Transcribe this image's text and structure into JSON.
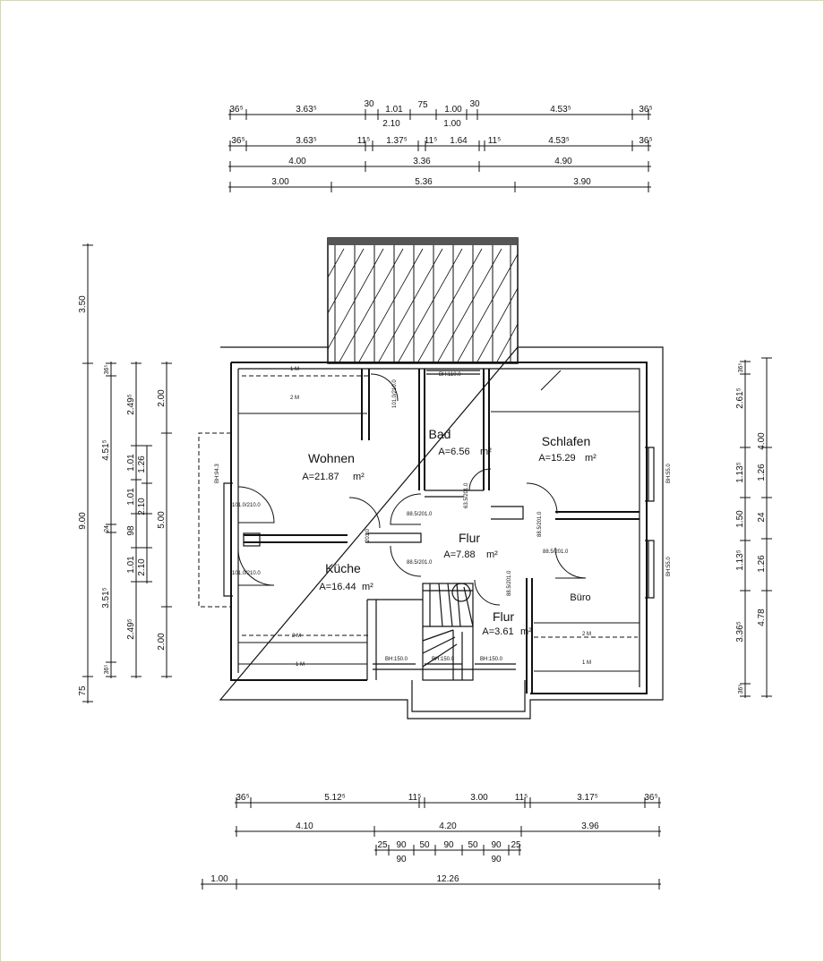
{
  "rooms": {
    "wohnen": {
      "name": "Wohnen",
      "area": "A=21.87"
    },
    "kueche": {
      "name": "Küche",
      "area": "A=16.44"
    },
    "bad": {
      "name": "Bad",
      "area": "A=6.56"
    },
    "schlafen": {
      "name": "Schlafen",
      "area": "A=15.29"
    },
    "flur": {
      "name": "Flur",
      "area": "A=7.88"
    },
    "flur2": {
      "name": "Flur",
      "area": "A=3.61"
    },
    "buero": {
      "name": "Büro"
    }
  },
  "area_unit": "m²",
  "dimension_rows": {
    "top1": [
      "36⁵",
      "3.63⁵",
      "30",
      "1.01",
      "75",
      "1.00",
      "30",
      "4.53⁵",
      "36⁵"
    ],
    "top1_sub": [
      "2.10",
      "1.00"
    ],
    "top2": [
      "36⁵",
      "3.63⁵",
      "11⁵",
      "1.37⁵",
      "11⁵",
      "1.64",
      "11⁵",
      "4.53⁵",
      "36⁵"
    ],
    "top3": [
      "4.00",
      "3.36",
      "4.90"
    ],
    "top4": [
      "3.00",
      "5.36",
      "3.90"
    ],
    "bottom1": [
      "36⁵",
      "5.12⁵",
      "11⁵",
      "3.00",
      "11⁵",
      "3.17⁵",
      "36⁵"
    ],
    "bottom2": [
      "4.10",
      "4.20",
      "3.96"
    ],
    "bottom3": [
      "25",
      "90",
      "50",
      "90",
      "50",
      "90",
      "25"
    ],
    "bottom3_sub": [
      "90",
      "90"
    ],
    "bottom4": [
      "1.00",
      "12.26"
    ],
    "left_outer": [
      "3.50",
      "9.00",
      "75"
    ],
    "left_a": [
      "36⁵",
      "4.51⁵",
      "24",
      "3.51⁵",
      "36⁵"
    ],
    "left_b": [
      "2.49⁵",
      "1.01",
      "1.01",
      "98",
      "1.01",
      "2.49⁵"
    ],
    "left_c": [
      "1.26",
      "2.10",
      "2.10"
    ],
    "left_d": [
      "2.00",
      "5.00",
      "2.00"
    ],
    "right_a": [
      "36⁵",
      "2.61⁵",
      "1.13⁵",
      "1.50",
      "1.13⁵",
      "3.36⁵",
      "36⁵"
    ],
    "right_b": [
      "4.00",
      "1.26",
      "24",
      "1.26",
      "4.78"
    ]
  },
  "openings": {
    "door_wohnen": "101.0/210.0",
    "door_kueche": "101.0/210.0",
    "window_wohnen": "BH:94.3",
    "door_top": "101.0/210.0",
    "window_bad": "BH:110.0",
    "door_bad": "63.5/201.0",
    "door_wohnen_flur": "88.5/201.0",
    "door_kueche_flur": "88.5/201.0",
    "wall_center": "201.0",
    "door_schlafen": "88.5/201.0",
    "door_buero": "88.5/201.0",
    "door_flur2": "88.5/201.0",
    "window_schlafen": "BH:55.0",
    "window_buero": "BH:55.0",
    "window_k1": "BH:150.0",
    "window_k2": "BH:150.0",
    "window_k3": "BH:150.0",
    "height_2m_1": "2 M",
    "height_1m_1": "1 M",
    "height_2m_2": "2 M",
    "height_1m_2": "1 M",
    "height_2m_3": "2 M",
    "height_1m_3": "1 M"
  }
}
